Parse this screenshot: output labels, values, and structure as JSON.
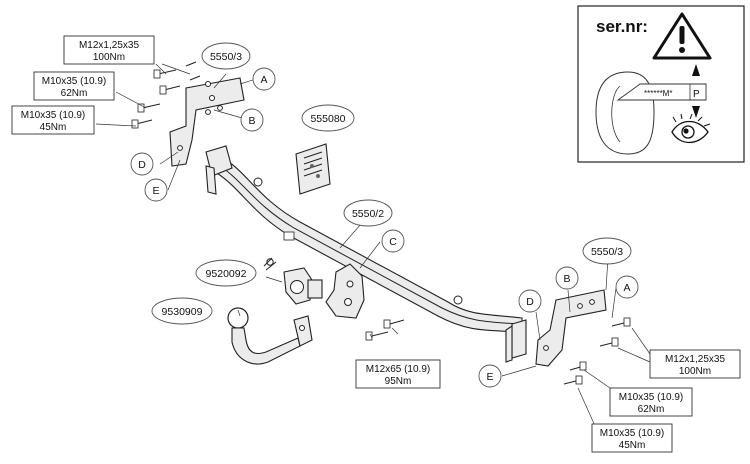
{
  "parts": {
    "side_bracket_left": "5550/3",
    "side_bracket_right": "5550/3",
    "crossbar": "5550/2",
    "electric_kit": "555080",
    "socket_plate": "9520092",
    "tow_ball": "9530909"
  },
  "letters": {
    "a": "A",
    "b": "B",
    "c": "C",
    "d": "D",
    "e": "E"
  },
  "torques": {
    "left_top": {
      "bolt": "M12x1,25x35",
      "torque": "100Nm"
    },
    "left_mid": {
      "bolt": "M10x35 (10.9)",
      "torque": "62Nm"
    },
    "left_low": {
      "bolt": "M10x35 (10.9)",
      "torque": "45Nm"
    },
    "center": {
      "bolt": "M12x65 (10.9)",
      "torque": "95Nm"
    },
    "right_top": {
      "bolt": "M12x1,25x35",
      "torque": "100Nm"
    },
    "right_mid": {
      "bolt": "M10x35 (10.9)",
      "torque": "62Nm"
    },
    "right_low": {
      "bolt": "M10x35 (10.9)",
      "torque": "45Nm"
    }
  },
  "serial_box": {
    "title": "ser.nr:",
    "plate_text": "******M*",
    "plate_letter": "P"
  }
}
